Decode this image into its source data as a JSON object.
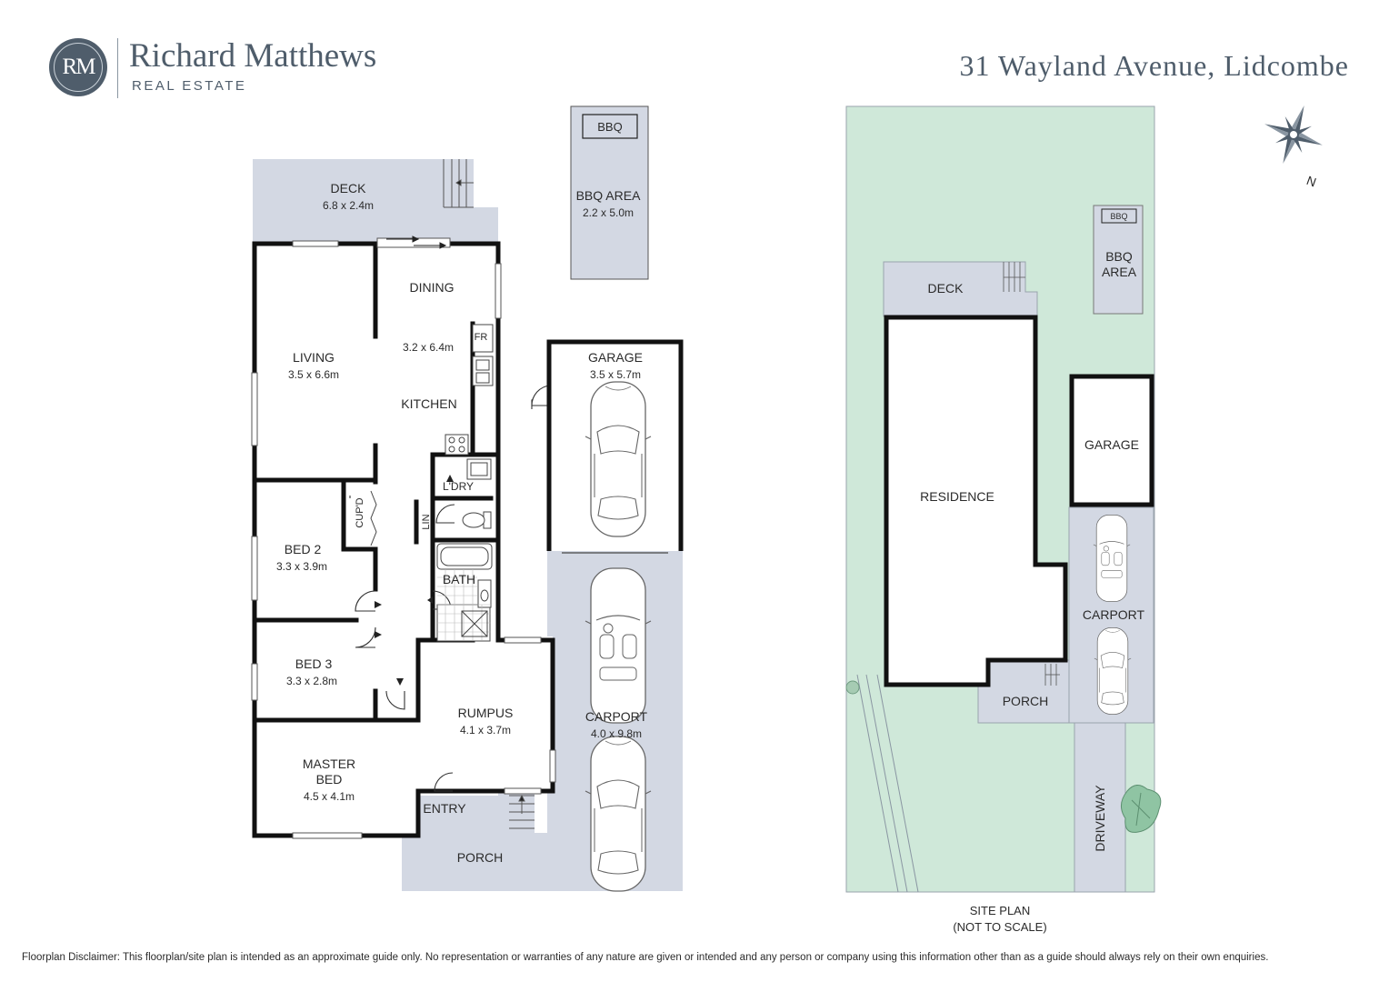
{
  "brand": {
    "monogram": "RM",
    "name": "Richard Matthews",
    "tagline": "REAL ESTATE"
  },
  "property": {
    "address": "31 Wayland Avenue, Lidcombe"
  },
  "colors": {
    "brand_slate": "#4f5d6b",
    "paved_area": "#d3d8e3",
    "lawn": "#cfe8d9",
    "wall": "#111111"
  },
  "floorplan": {
    "deck": {
      "name": "DECK",
      "size": "6.8 x 2.4m"
    },
    "bbq_area": {
      "label": "BBQ",
      "name": "BBQ AREA",
      "size": "2.2 x 5.0m"
    },
    "dining": {
      "name": "DINING",
      "size": "3.2 x 6.4m"
    },
    "kitchen": {
      "name": "KITCHEN"
    },
    "fridge": {
      "name": "FR"
    },
    "living": {
      "name": "LIVING",
      "size": "3.5 x 6.6m"
    },
    "garage": {
      "name": "GARAGE",
      "size": "3.5 x 5.7m"
    },
    "laundry": {
      "name": "L'DRY"
    },
    "cupboard": {
      "name": "CUP'D"
    },
    "linen": {
      "name": "LIN"
    },
    "bed2": {
      "name": "BED 2",
      "size": "3.3 x 3.9m"
    },
    "bath": {
      "name": "BATH"
    },
    "bed3": {
      "name": "BED 3",
      "size": "3.3 x 2.8m"
    },
    "rumpus": {
      "name": "RUMPUS",
      "size": "4.1 x 3.7m"
    },
    "carport": {
      "name": "CARPORT",
      "size": "4.0 x 9.8m"
    },
    "master_bed": {
      "name_line1": "MASTER",
      "name_line2": "BED",
      "size": "4.5 x 4.1m"
    },
    "entry": {
      "name": "ENTRY"
    },
    "porch": {
      "name": "PORCH"
    }
  },
  "site_plan": {
    "title_line1": "SITE PLAN",
    "title_line2": "(NOT TO SCALE)",
    "deck": "DECK",
    "bbq_label": "BBQ",
    "bbq_area_line1": "BBQ",
    "bbq_area_line2": "AREA",
    "garage": "GARAGE",
    "residence": "RESIDENCE",
    "carport": "CARPORT",
    "porch": "PORCH",
    "driveway": "DRIVEWAY",
    "compass_label": "N",
    "compass_icon": "compass-rose-icon"
  },
  "disclaimer": "Floorplan Disclaimer: This floorplan/site plan is intended as an approximate guide only. No representation or warranties of any nature are given or intended and any person or company using this information other than as a guide should always rely on their own enquiries."
}
